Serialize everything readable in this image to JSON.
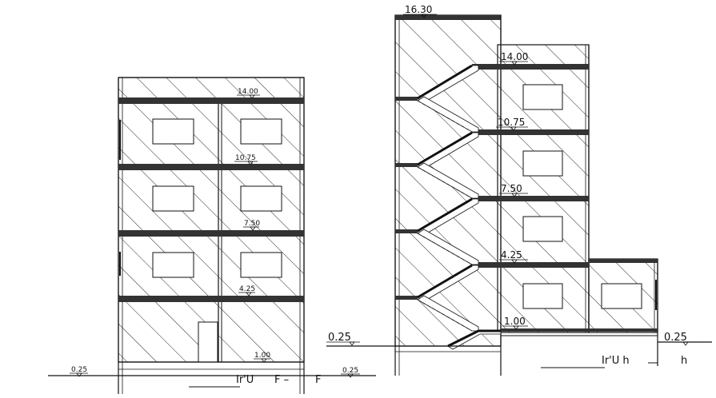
{
  "left_section": {
    "levels": [
      "14.00",
      "10.75",
      "7.50",
      "4.25",
      "1.00"
    ],
    "ground_level": "0.25",
    "caption_left": "Ir'U",
    "caption_right": "F –"
  },
  "right_section": {
    "top_level": "16.30",
    "levels": [
      "14.00",
      "10.75",
      "7.50",
      "4.25",
      "1.00"
    ],
    "ground_left": "0.25",
    "ground_mid": "0.25",
    "ground_right": "0.25",
    "caption_left": "Ir'U  h",
    "caption_mid": "F",
    "caption_right": "h"
  },
  "colors": {
    "ink": "#111111",
    "hatch": "#2a2a2a",
    "slab": "#333333",
    "paper": "#ffffff"
  }
}
